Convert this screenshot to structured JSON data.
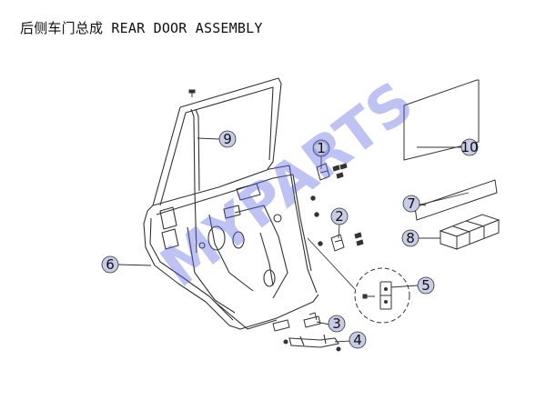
{
  "title": "后侧车门总成 REAR DOOR ASSEMBLY",
  "watermark": "MYPARTS",
  "colors": {
    "line": "#333333",
    "callout_fill": "#c9cce6",
    "watermark": "#5560e0",
    "background": "#ffffff"
  },
  "callouts": [
    "1",
    "2",
    "3",
    "4",
    "5",
    "6",
    "7",
    "8",
    "9",
    "10"
  ]
}
